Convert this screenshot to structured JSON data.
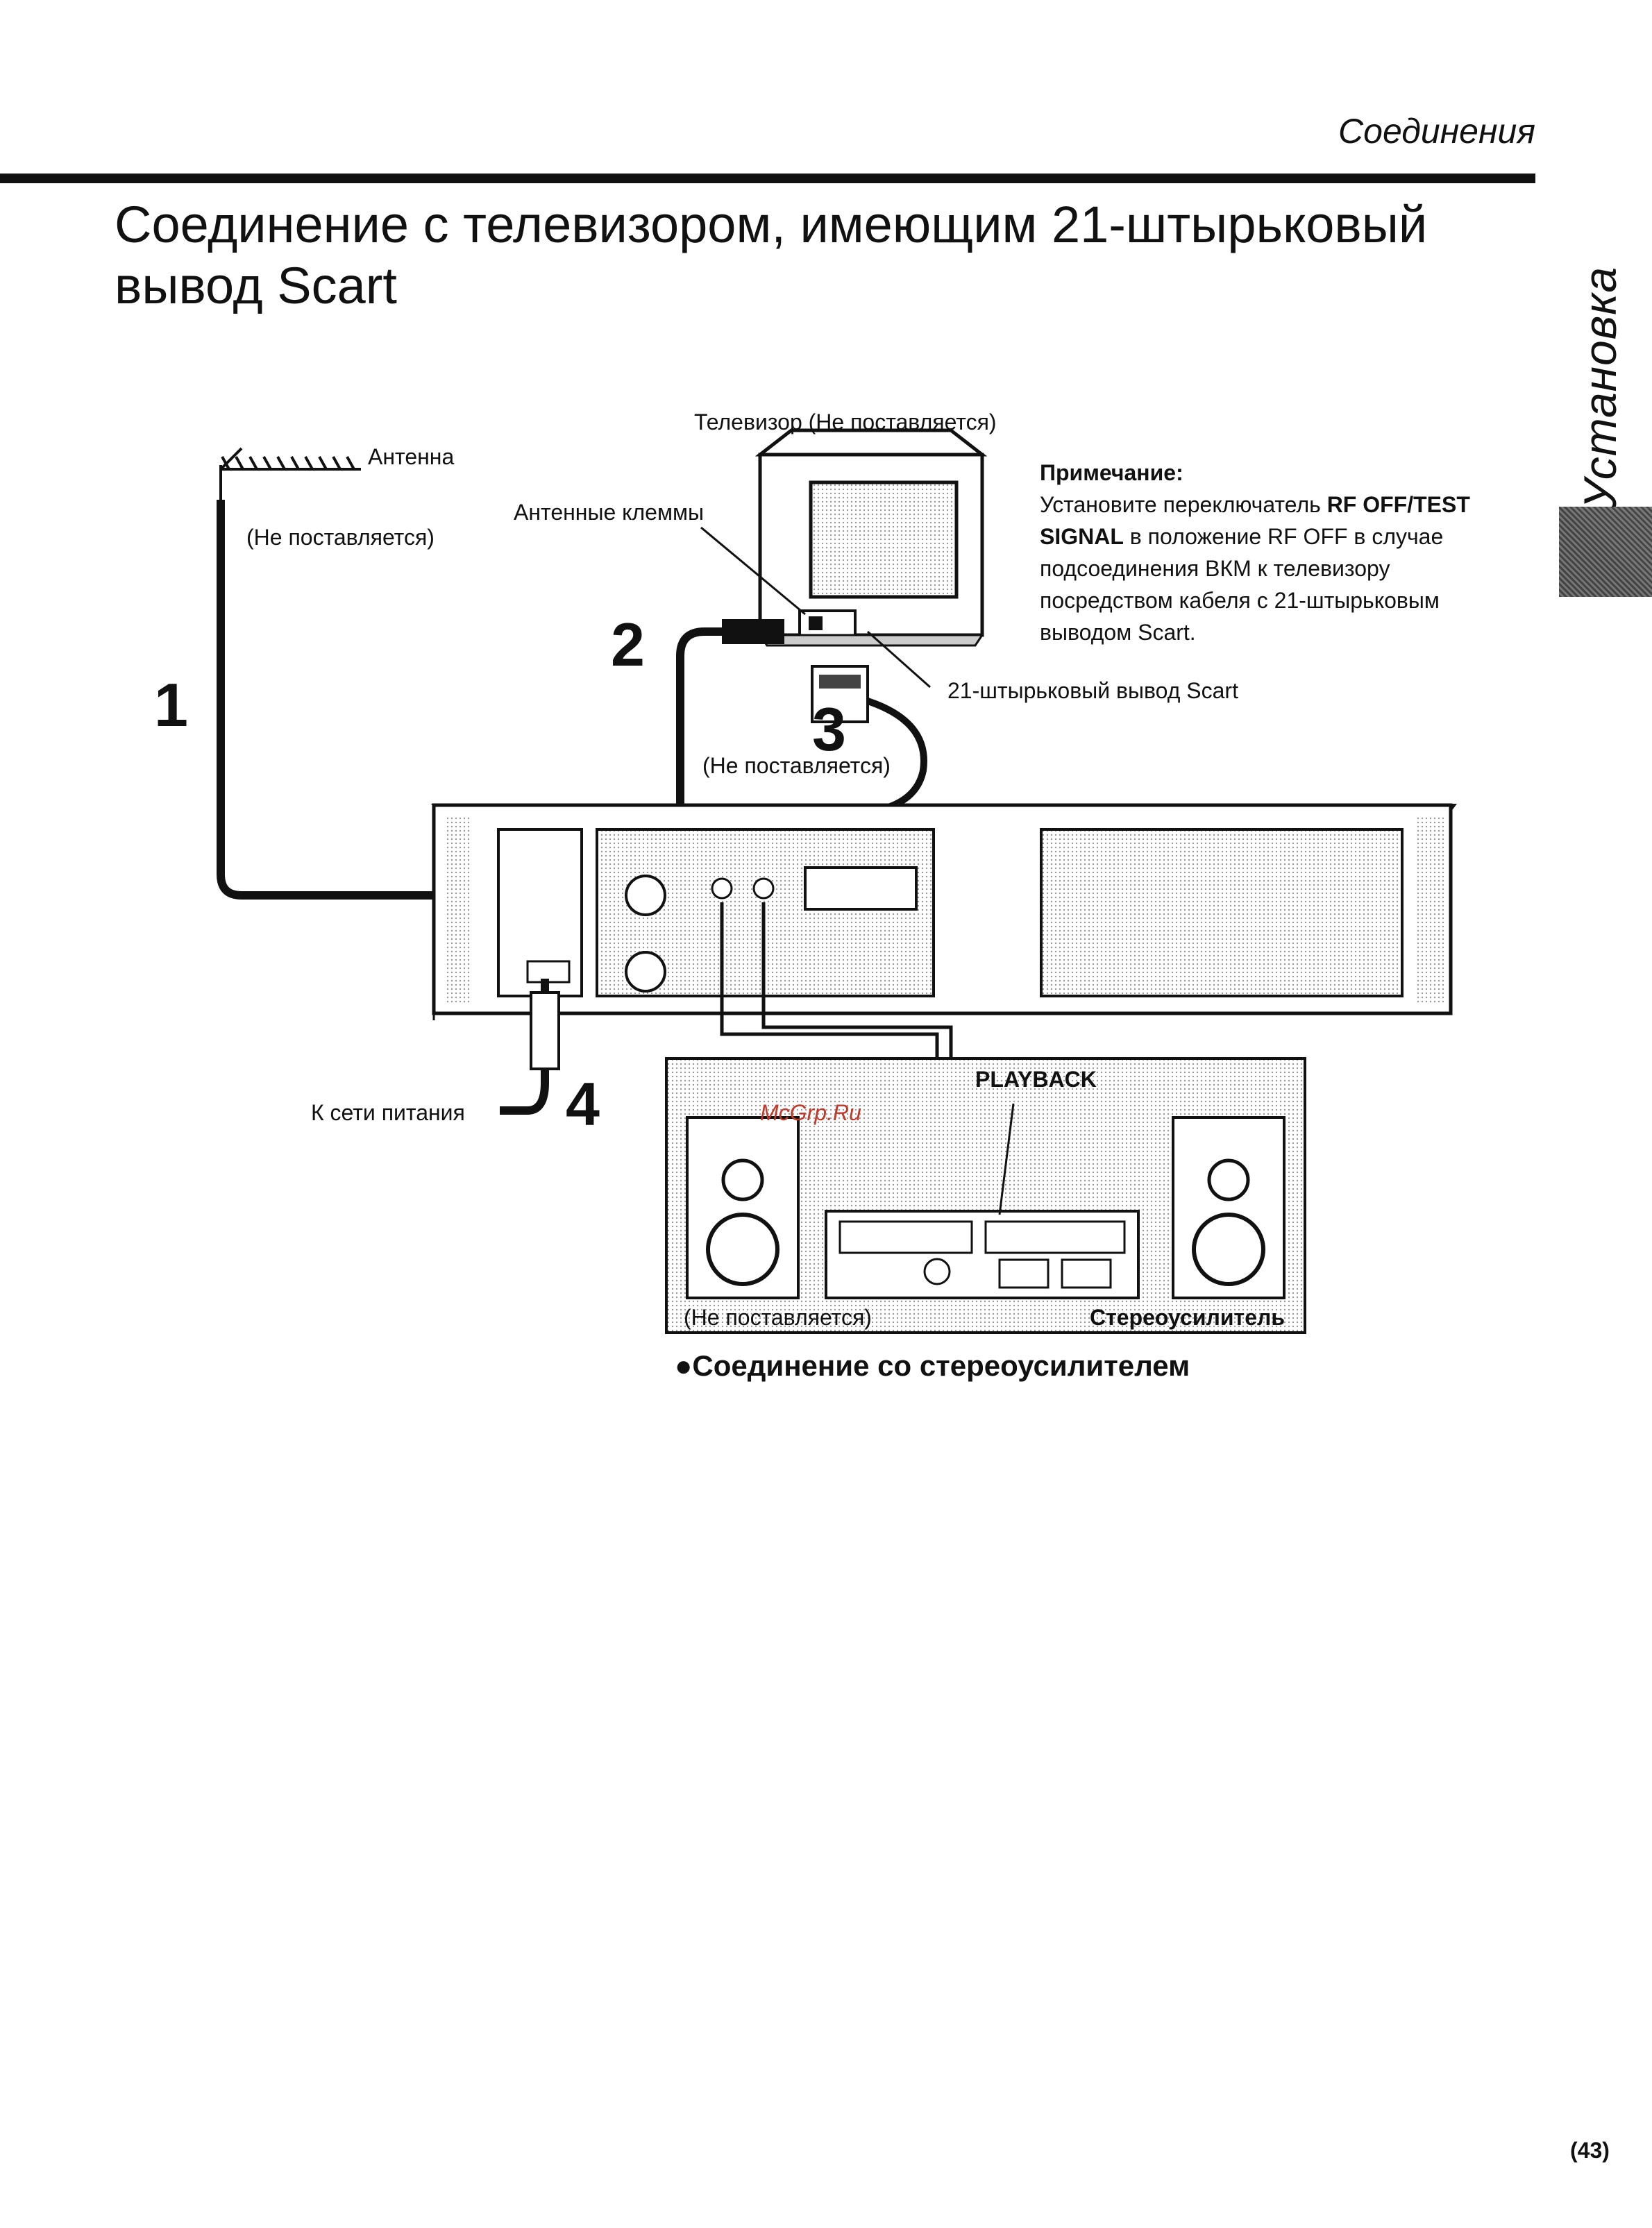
{
  "header": {
    "section": "Соединения"
  },
  "title": "Соединение с телевизором, имеющим 21-штырьковый вывод Scart",
  "side_tab": {
    "label": "Установка"
  },
  "diagram": {
    "tv_label": "Телевизор (Не поставляется)",
    "antenna_label": "Антенна",
    "antenna_not_supplied": "(Не поставляется)",
    "antenna_terminals_label": "Антенные клеммы",
    "scart_label": "21-штырьковый вывод Scart",
    "scart_cable_not_supplied": "(Не поставляется)",
    "mains_label": "К сети питания",
    "playback_label": "PLAYBACK",
    "stereo_not_supplied": "(Не поставляется)",
    "stereo_amp_label": "Стереоусилитель",
    "watermark": "McGrp.Ru",
    "steps": [
      "1",
      "2",
      "3",
      "4"
    ]
  },
  "note": {
    "heading": "Примечание:",
    "text_1": "Установите переключатель ",
    "bold_1": "RF OFF/TEST SIGNAL",
    "text_2": " в положение RF OFF в случае подсоединения ВКМ к телевизору посредством кабеля с 21-штырьковым выводом Scart."
  },
  "caption": "●Соединение со стереоусилителем",
  "page_number": "(43)"
}
